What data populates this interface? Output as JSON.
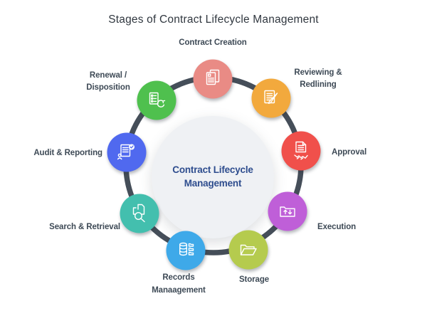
{
  "title": "Stages of Contract Lifecycle Management",
  "center": {
    "line1": "Contract Lifecycle",
    "line2": "Management",
    "fill": "#EFF1F4",
    "border": "#E4E7EB",
    "text_color": "#2E4D8E"
  },
  "ring": {
    "color": "#454E59"
  },
  "stages": [
    {
      "name": "contract-creation",
      "label_line1": "Contract Creation",
      "color": "#E98B85",
      "icon": "document-stack-icon"
    },
    {
      "name": "reviewing-redlining",
      "label_line1": "Reviewing &",
      "label_line2": "Redlining",
      "color": "#F2A93D",
      "icon": "document-pen-icon"
    },
    {
      "name": "approval",
      "label_line1": "Approval",
      "color": "#F0504B",
      "icon": "document-handshake-icon"
    },
    {
      "name": "execution",
      "label_line1": "Execution",
      "color": "#BF5FD8",
      "icon": "folder-transfer-icon"
    },
    {
      "name": "storage",
      "label_line1": "Storage",
      "color": "#B5CB4E",
      "icon": "open-folder-icon"
    },
    {
      "name": "records-management",
      "label_line1": "Records",
      "label_line2": "Manaagement",
      "color": "#3EA9E9",
      "icon": "database-folders-icon"
    },
    {
      "name": "search-retrieval",
      "label_line1": "Search & Retrieval",
      "color": "#43BFAE",
      "icon": "search-document-icon"
    },
    {
      "name": "audit-reporting",
      "label_line1": "Audit & Reporting",
      "color": "#5069EF",
      "icon": "audit-check-icon"
    },
    {
      "name": "renewal-disposition",
      "label_line1": "Renewal /",
      "label_line2": "Disposition",
      "color": "#4FC04E",
      "icon": "document-renew-icon"
    }
  ]
}
